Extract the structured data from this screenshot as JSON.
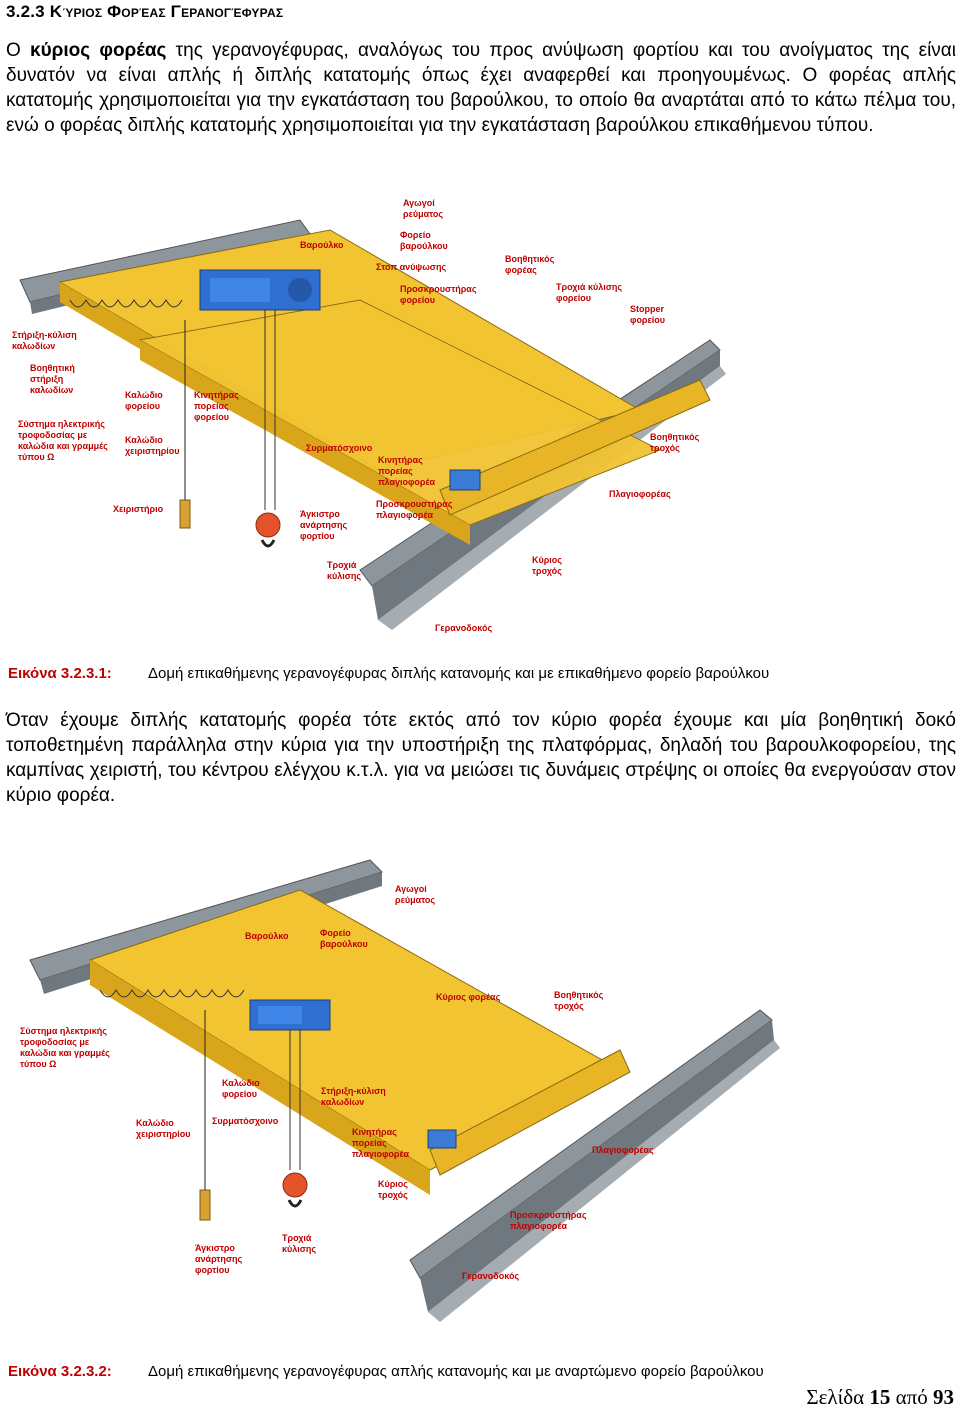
{
  "section": {
    "number": "3.2.3",
    "title": "Κύριος Φορέας Γερανογέφυρας"
  },
  "paragraph1": {
    "prefix": "Ο ",
    "bold": "κύριος φορέας",
    "text": " της γερανογέφυρας, αναλόγως του προς ανύψωση φορτίου και του ανοίγματος της είναι δυνατόν να είναι απλής ή διπλής κατατομής όπως έχει αναφερθεί και προηγουμένως. Ο φορέας απλής κατατομής χρησιμοποιείται για την εγκατάσταση του βαρούλκου, το οποίο θα αναρτάται από το κάτω πέλμα του, ενώ ο φορέας διπλής κατατομής χρησιμοποιείται για την εγκατάσταση βαρούλκου επικαθήμενου τύπου."
  },
  "figure1": {
    "caption_label": "Εικόνα 3.2.3.1:",
    "caption_text": "Δομή επικαθήμενης γερανογέφυρας διπλής κατανομής και με επικαθήμενο φορείο βαρούλκου",
    "labels": {
      "agogoi": [
        "Αγωγοί",
        "ρεύματος"
      ],
      "varoulko": [
        "Βαρούλκο"
      ],
      "foreio": [
        "Φορείο",
        "βαρούλκου"
      ],
      "stop": [
        "Στοπ ανύψωσης"
      ],
      "voithitikos_foreas": [
        "Βοηθητικός",
        "φορέας"
      ],
      "proskrousthras_foreiou": [
        "Προσκρουστήρας",
        "φορείου"
      ],
      "trochia_foreiou": [
        "Τροχιά κύλισης",
        "φορείου"
      ],
      "stopper": [
        "Stopper",
        "φορείου"
      ],
      "stirixi": [
        "Στήριξη-κύλιση",
        "καλωδίων"
      ],
      "voithitiki_stirixi": [
        "Βοηθητική",
        "στήριξη",
        "καλωδίων"
      ],
      "kalodio_foreiou": [
        "Καλώδιο",
        "φορείου"
      ],
      "kinitiras_foreiou": [
        "Κινητήρας",
        "πορείας",
        "φορείου"
      ],
      "systima": [
        "Σύστημα ηλεκτρικής",
        "τροφοδοσίας με",
        "καλώδια και γραμμές",
        "τύπου Ω"
      ],
      "kalodio_cheiristiriou": [
        "Καλώδιο",
        "χειριστηρίου"
      ],
      "syrmatoschoino": [
        "Συρματόσχοινο"
      ],
      "voithitikos_trochos": [
        "Βοηθητικός",
        "τροχός"
      ],
      "kinitiras_plagio": [
        "Κινητήρας",
        "πορείας",
        "πλαγιοφορέα"
      ],
      "plagioforeas": [
        "Πλαγιοφορέας"
      ],
      "cheiristirio": [
        "Χειριστήριο"
      ],
      "agkistro": [
        "Άγκιστρο",
        "ανάρτησης",
        "φορτίου"
      ],
      "proskrousthras_plagio": [
        "Προσκρουστήρας",
        "πλαγιοφορέα"
      ],
      "trochia_kylisis": [
        "Τροχιά",
        "κύλισης"
      ],
      "kyrios_trochos": [
        "Κύριος",
        "τροχός"
      ],
      "geranodokos": [
        "Γερανοδοκός"
      ]
    }
  },
  "paragraph2": {
    "text": "Όταν έχουμε διπλής κατατομής φορέα τότε εκτός από τον κύριο φορέα έχουμε και μία βοηθητική δοκό τοποθετημένη παράλληλα στην κύρια για την υποστήριξη της πλατφόρμας, δηλαδή του βαρουλκοφορείου, της καμπίνας χειριστή, του κέντρου ελέγχου κ.τ.λ. για να μειώσει τις δυνάμεις στρέψης οι οποίες θα ενεργούσαν στον κύριο φορέα."
  },
  "figure2": {
    "caption_label": "Εικόνα 3.2.3.2:",
    "caption_text": "Δομή επικαθήμενης γερανογέφυρας απλής κατανομής και με αναρτώμενο φορείο βαρούλκου",
    "labels": {
      "agogoi": [
        "Αγωγοί",
        "ρεύματος"
      ],
      "varoulko": [
        "Βαρούλκο"
      ],
      "foreio": [
        "Φορείο",
        "βαρούλκου"
      ],
      "kyrios_foreas": [
        "Κύριος φορέας"
      ],
      "voithitikos_trochos": [
        "Βοηθητικός",
        "τροχός"
      ],
      "systima": [
        "Σύστημα ηλεκτρικής",
        "τροφοδοσίας με",
        "καλώδια και γραμμές",
        "τύπου Ω"
      ],
      "kalodio_foreiou": [
        "Καλώδιο",
        "φορείου"
      ],
      "stirixi": [
        "Στήριξη-κύλιση",
        "καλωδίων"
      ],
      "kalodio_cheiristiriou": [
        "Καλώδιο",
        "χειριστηρίου"
      ],
      "syrmatoschoino": [
        "Συρματόσχοινο"
      ],
      "kinitiras_plagio": [
        "Κινητήρας",
        "πορείας",
        "πλαγιοφορέα"
      ],
      "plagioforeas": [
        "Πλαγιοφορέας"
      ],
      "kyrios_trochos": [
        "Κύριος",
        "τροχός"
      ],
      "proskrousthras_plagio": [
        "Προσκρουστήρας",
        "πλαγιοφορέα"
      ],
      "agkistro": [
        "Άγκιστρο",
        "ανάρτησης",
        "φορτίου"
      ],
      "trochia_kylisis": [
        "Τροχιά",
        "κύλισης"
      ],
      "geranodokos": [
        "Γερανοδοκός"
      ]
    }
  },
  "footer": {
    "prefix": "Σελίδα ",
    "page": "15",
    "middle": " από ",
    "total": "93"
  },
  "colors": {
    "caption_label": "#c00000",
    "beam_yellow": "#f2c432",
    "rail_gray": "#8c969c",
    "trolley_blue": "#2f6fd0"
  }
}
